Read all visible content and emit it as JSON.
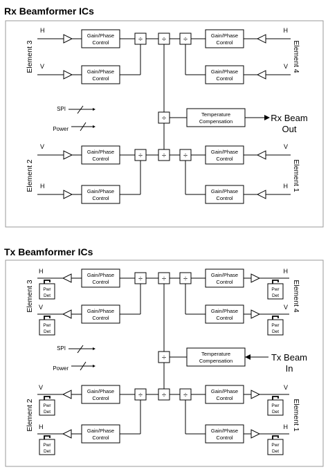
{
  "rx": {
    "title": "Rx Beamformer ICs",
    "block_line1": "Gain/Phase",
    "block_line2": "Control",
    "divider_symbol": "÷",
    "temp_line1": "Temperature",
    "temp_line2": "Compensation",
    "beam_line1": "Rx Beam",
    "beam_line2": "Out",
    "spi": "SPI",
    "power": "Power",
    "elements": {
      "e3": "Element 3",
      "e4": "Element 4",
      "e2": "Element 2",
      "e1": "Element 1"
    },
    "pol": {
      "h": "H",
      "v": "V"
    }
  },
  "tx": {
    "title": "Tx Beamformer ICs",
    "block_line1": "Gain/Phase",
    "block_line2": "Control",
    "divider_symbol": "÷",
    "temp_line1": "Temperature",
    "temp_line2": "Compensation",
    "beam_line1": "Tx Beam",
    "beam_line2": "In",
    "spi": "SPI",
    "power": "Power",
    "pwr_line1": "Pwr",
    "pwr_line2": "Det",
    "elements": {
      "e3": "Element 3",
      "e4": "Element 4",
      "e2": "Element 2",
      "e1": "Element 1"
    },
    "pol": {
      "h": "H",
      "v": "V"
    }
  }
}
